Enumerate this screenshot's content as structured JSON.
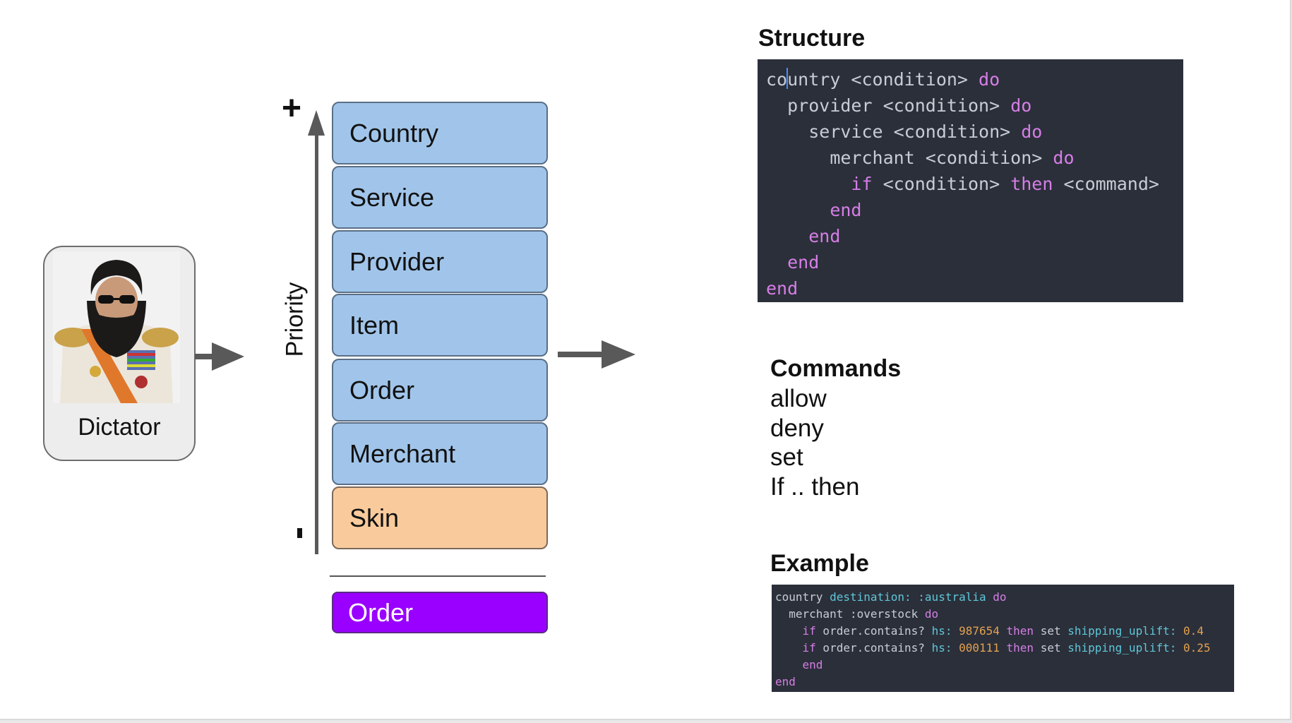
{
  "dictator": {
    "label": "Dictator",
    "photo": "bearded general in white uniform with sunglasses"
  },
  "priority": {
    "axis_label": "Priority",
    "high": "+",
    "low": "-",
    "items": [
      "Country",
      "Service",
      "Provider",
      "Item",
      "Order",
      "Merchant",
      "Skin"
    ],
    "output": "Order"
  },
  "structure": {
    "title": "Structure",
    "lines": [
      {
        "indent": "",
        "text": "country <condition> ",
        "kw": "do"
      },
      {
        "indent": "  ",
        "text": "provider <condition> ",
        "kw": "do"
      },
      {
        "indent": "    ",
        "text": "service <condition> ",
        "kw": "do"
      },
      {
        "indent": "      ",
        "text": "merchant <condition> ",
        "kw": "do"
      },
      {
        "indent": "        ",
        "kw1": "if",
        "mid": " <condition> ",
        "kw2": "then",
        "tail": " <command>"
      },
      {
        "indent": "      ",
        "kw": "end"
      },
      {
        "indent": "    ",
        "kw": "end"
      },
      {
        "indent": "  ",
        "kw": "end"
      },
      {
        "indent": "",
        "kw": "end"
      }
    ]
  },
  "commands": {
    "title": "Commands",
    "items": [
      "allow",
      "deny",
      "set",
      "If .. then"
    ]
  },
  "example": {
    "title": "Example",
    "lines": [
      "country destination: :australia do",
      "  merchant :overstock do",
      "    if order.contains? hs: 987654 then set shipping_uplift: 0.4",
      "    if order.contains? hs: 000111 then set shipping_uplift: 0.25",
      "    end",
      "end"
    ],
    "parts": {
      "l0_a": "country ",
      "l0_b": "destination:",
      "l0_c": " :australia ",
      "l0_d": "do",
      "l1_a": "  merchant :overstock ",
      "l1_b": "do",
      "l2_a": "    ",
      "l2_if": "if",
      "l2_b": " order.contains? ",
      "l2_hs": "hs:",
      "l2_num": " 987654 ",
      "l2_then": "then",
      "l2_c": " set ",
      "l2_key": "shipping_uplift:",
      "l2_val": " 0.4",
      "l3_a": "    ",
      "l3_if": "if",
      "l3_b": " order.contains? ",
      "l3_hs": "hs:",
      "l3_num": " 000111 ",
      "l3_then": "then",
      "l3_c": " set ",
      "l3_key": "shipping_uplift:",
      "l3_val": " 0.25",
      "l4_a": "    ",
      "l4_end": "end",
      "l5_end": "end"
    }
  },
  "colors": {
    "stack_blue": "#a1c5ea",
    "stack_orange": "#f9cb9c",
    "output_purple": "#9900ff",
    "code_bg": "#2b2f3a",
    "keyword": "#d67ee6"
  }
}
